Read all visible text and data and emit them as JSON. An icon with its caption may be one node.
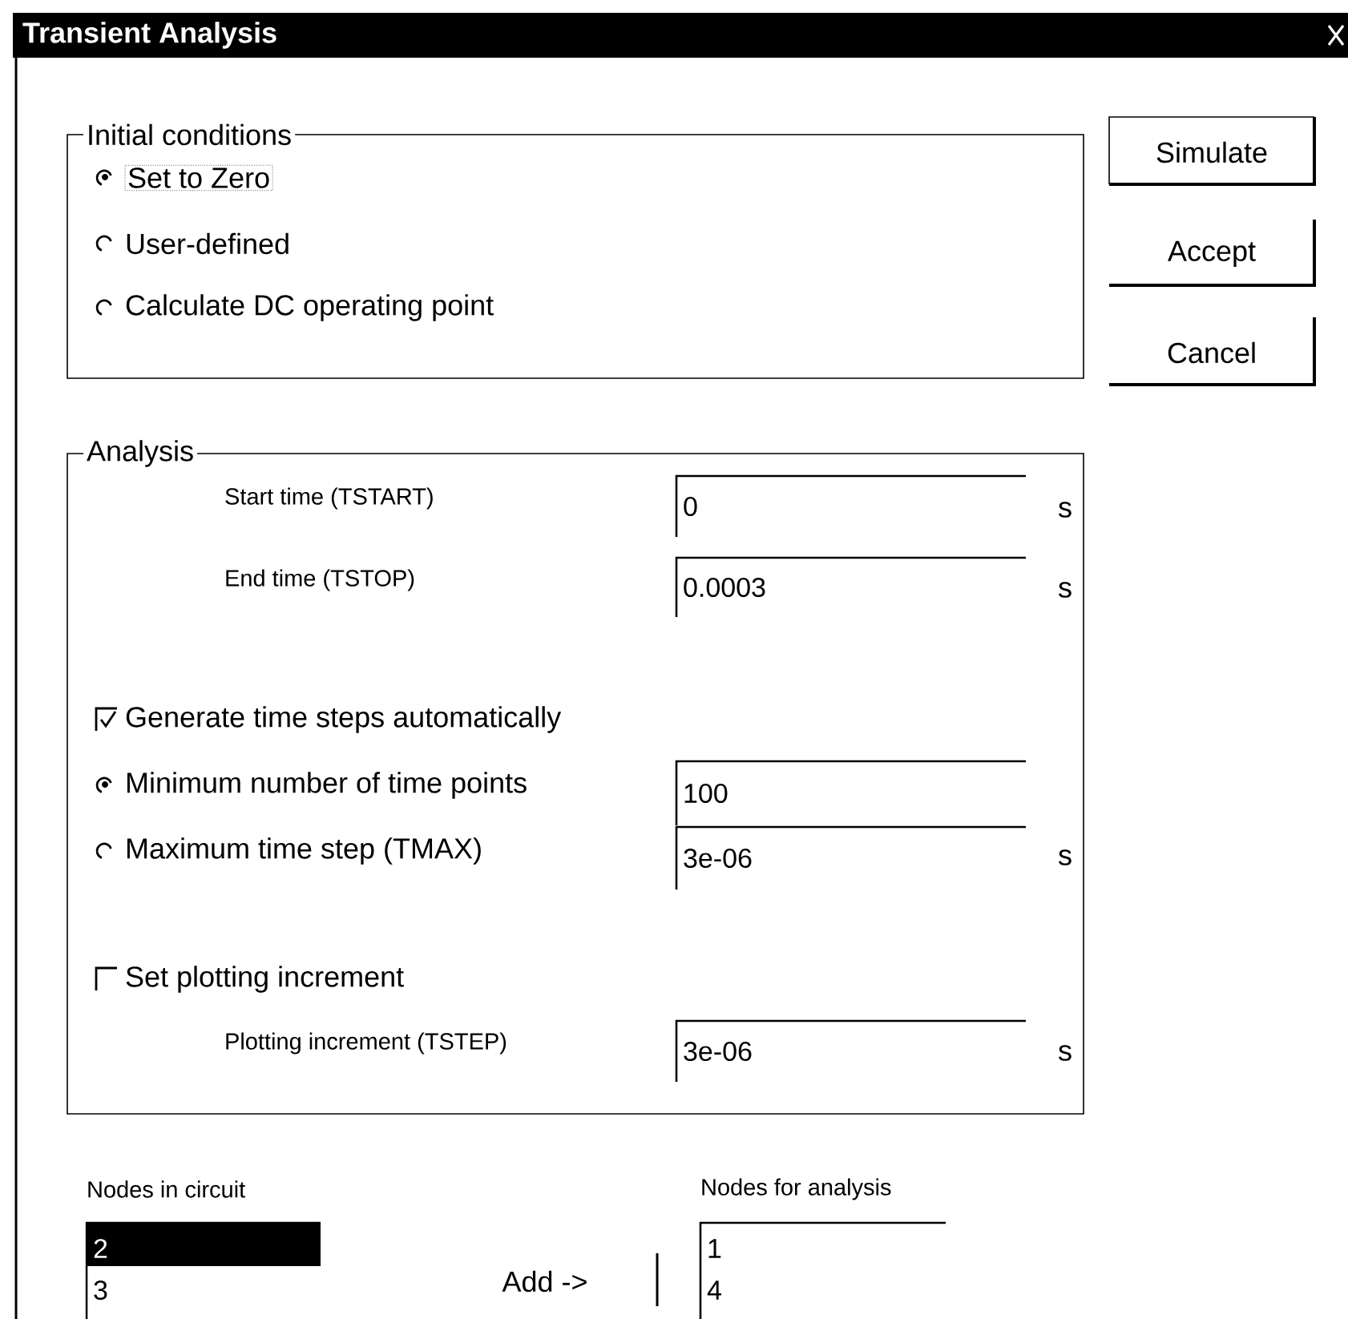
{
  "diagram": {
    "title": "Transient Analysis",
    "nodes": [
      {
        "text": [
          "Initial conditions"
        ]
      },
      {
        "text": [
          "Simulate"
        ]
      },
      {
        "text": [
          "Accept"
        ]
      },
      {
        "text": [
          "Cancel"
        ]
      },
      {
        "text": [
          "Analysis"
        ]
      },
      {
        "text": [
          "0"
        ],
        "in": 4,
        "beside": [
          "s"
        ]
      },
      {
        "text": [
          "0.0003"
        ],
        "in": 4,
        "beside": [
          "s"
        ]
      },
      {
        "text": [
          "100"
        ],
        "in": 4
      },
      {
        "text": [
          "3e-06"
        ],
        "in": 4,
        "beside": [
          "s"
        ]
      },
      {
        "text": [
          "3e-06"
        ],
        "in": 4,
        "beside": [
          "s"
        ]
      },
      {
        "text": [
          "2",
          "3"
        ],
        "beside": [
          "Nodes in circuit"
        ]
      },
      {
        "text": [
          "Add ->"
        ]
      },
      {
        "text": [
          "1",
          "4"
        ],
        "beside": [
          "Nodes for analysis"
        ]
      }
    ],
    "labels": [
      "Set to Zero",
      "User-defined",
      "Calculate DC operating point",
      "Start time (TSTART)",
      "End time (TSTOP)",
      "Generate time steps automatically",
      "Minimum number of time points",
      "Maximum time step (TMAX)",
      "Set plotting increment",
      "Plotting increment (TSTEP)"
    ]
  }
}
